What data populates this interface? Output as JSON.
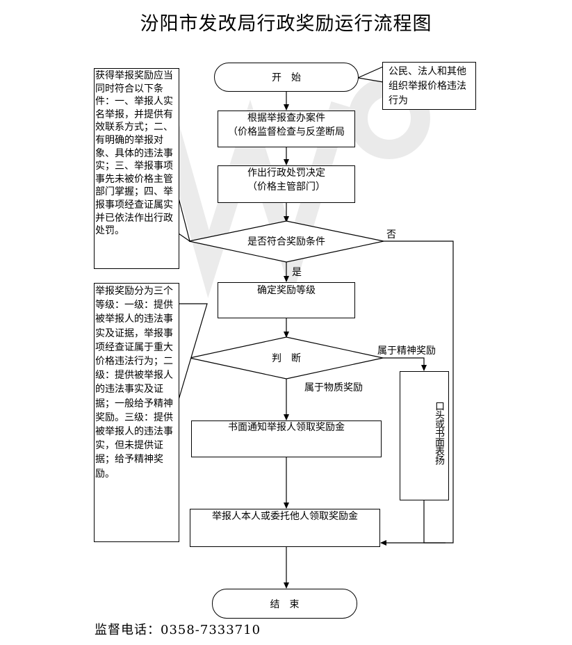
{
  "title": "汾阳市发改局行政奖励运行流程图",
  "nodes": {
    "start": "开　始",
    "investigate": "根据举报查办案件\n（价格监督检查与反垄断局",
    "decision": "作出行政处罚决定\n（价格主管部门）",
    "eligibility": "是否符合奖励条件",
    "level": "确定奖励等级",
    "judge": "判　断",
    "notify": "书面通知举报人领取奖励金",
    "spiritual": "口头或书面表扬",
    "collect": "举报人本人或委托他人领取奖励金",
    "end": "结　束"
  },
  "edge_labels": {
    "no": "否",
    "yes": "是",
    "spiritual_reward": "属于精神奖励",
    "material_reward": "属于物质奖励"
  },
  "notes": {
    "reporter": "公民、法人和其他组织举报价格违法行为",
    "conditions": "获得举报奖励应当同时符合以下条件：一、举报人实名举报，并提供有效联系方式；二、有明确的举报对象、具体的违法事实；三、举报事项事先未被价格主管部门掌握；四、举报事项经查证属实并已依法作出行政处罚。",
    "grades": "举报奖励分为三个等级：一级：提供被举报人的违法事实及证据，举报事项经查证属于重大价格违法行为；二级：提供被举报人的违法事实及证据；一般给予精神奖励。三级：提供被举报人的违法事实，但未提供证据；给予精神奖励。"
  },
  "hotline": "监督电话：0358-7333710",
  "watermark": "WPS"
}
